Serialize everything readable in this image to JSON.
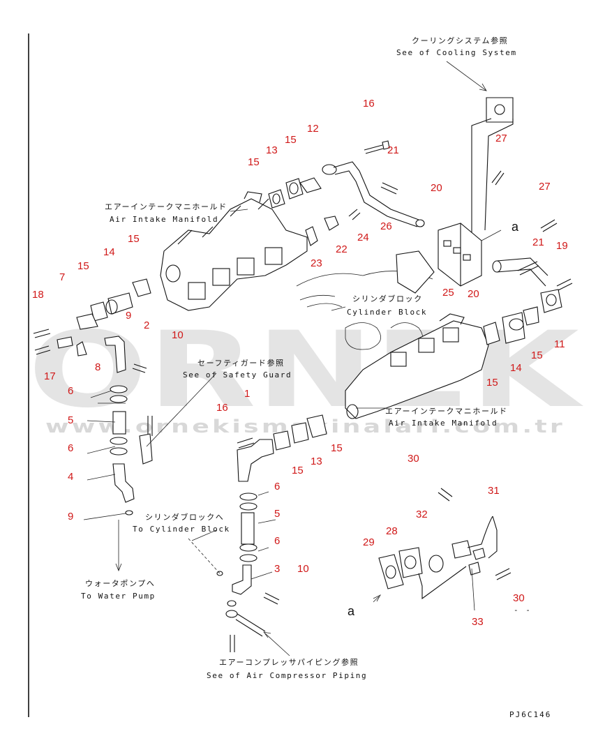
{
  "references": {
    "cooling_jp": "クーリングシステム参照",
    "cooling_en": "See of Cooling System",
    "intake_top_jp": "エアーインテークマニホールド",
    "intake_top_en": "Air Intake Manifold",
    "block_jp": "シリンダブロック",
    "block_en": "Cylinder Block",
    "safety_jp": "セーフティガード参照",
    "safety_en": "See of Safety Guard",
    "intake_bot_jp": "エアーインテークマニホールド",
    "intake_bot_en": "Air Intake Manifold",
    "tocyl_jp": "シリンダブロックへ",
    "tocyl_en": "To Cylinder Block",
    "pump_jp": "ウォータポンプへ",
    "pump_en": "To Water Pump",
    "aircomp_jp": "エアーコンプレッサパイピング参照",
    "aircomp_en": "See of Air Compressor Piping"
  },
  "markers": {
    "a_top": "a",
    "a_bottom": "a",
    "dash": "- -"
  },
  "drawing_code": "PJ6C146",
  "watermark": {
    "brand": "ORNEK",
    "url": "www.ornekismakinalari.com.tr"
  },
  "callouts": [
    "16",
    "21",
    "12",
    "15",
    "13",
    "15",
    "20",
    "27",
    "27",
    "24",
    "22",
    "23",
    "26",
    "21",
    "19",
    "15",
    "14",
    "15",
    "7",
    "18",
    "9",
    "2",
    "10",
    "6",
    "5",
    "6",
    "4",
    "9",
    "17",
    "8",
    "20",
    "25",
    "11",
    "14",
    "15",
    "15",
    "16",
    "1",
    "15",
    "13",
    "15",
    "6",
    "5",
    "6",
    "3",
    "10",
    "30",
    "32",
    "31",
    "28",
    "29",
    "30",
    "33"
  ],
  "colors": {
    "callout": "#d01818",
    "line": "#111111",
    "watermark": "#cfcfcf"
  }
}
